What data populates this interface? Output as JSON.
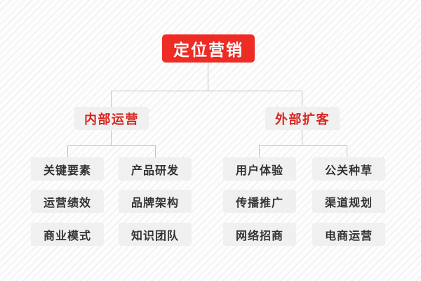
{
  "diagram": {
    "type": "organization-tree",
    "title": "定位营销",
    "colors": {
      "root_fill": "#ee2b25",
      "root_text": "#ffffff",
      "branch_fill": "#f0f0f0",
      "branch_text": "#d8241d",
      "leaf_fill": "#f0f0f0",
      "leaf_text": "#333333",
      "connector": "#c3c3c3",
      "background": "#fdfdfd"
    },
    "root": {
      "label": "定位营销"
    },
    "branches": [
      {
        "label": "内部运营",
        "columns": [
          {
            "items": [
              "关键要素",
              "运营绩效",
              "商业模式"
            ]
          },
          {
            "items": [
              "产品研发",
              "品牌架构",
              "知识团队"
            ]
          }
        ]
      },
      {
        "label": "外部扩客",
        "columns": [
          {
            "items": [
              "用户体验",
              "传播推广",
              "网络招商"
            ]
          },
          {
            "items": [
              "公关种草",
              "渠道规划",
              "电商运营"
            ]
          }
        ]
      }
    ]
  }
}
